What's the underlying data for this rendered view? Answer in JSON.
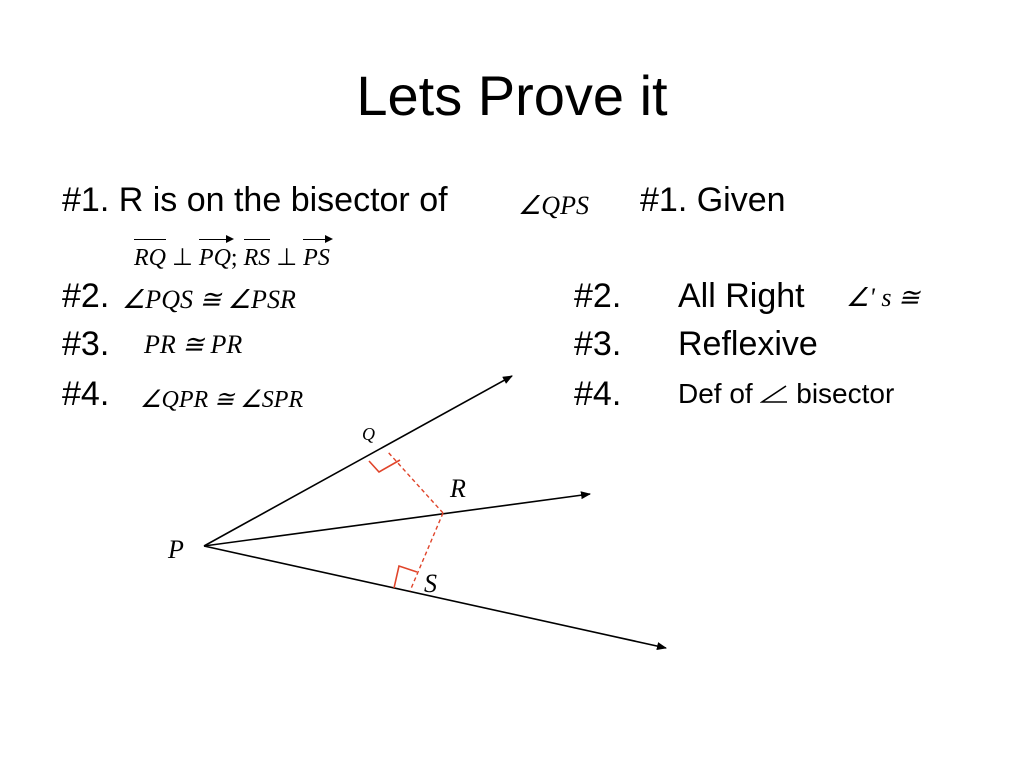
{
  "slide": {
    "title": "Lets Prove it",
    "statements": {
      "s1_num": "#1.",
      "s1_text": "R is on the bisector of",
      "s1_math": "∠QPS",
      "s1_sub": {
        "a": "RQ",
        "perp1": "⊥",
        "b": "PQ",
        "sep": ";",
        "c": "RS",
        "perp2": "⊥",
        "d": "PS"
      },
      "s2_num": "#2.",
      "s2_math": "∠PQS ≅ ∠PSR",
      "s3_num": "#3.",
      "s3_math": "PR ≅ PR",
      "s4_num": "#4.",
      "s4_math": "∠QPR ≅ ∠SPR"
    },
    "reasons": {
      "r1": "#1. Given",
      "r2_num": "#2.",
      "r2_text": "All Right",
      "r2_math": "∠' s ≅",
      "r3_num": "#3.",
      "r3_text": "Reflexive",
      "r4_num": "#4.",
      "r4_text_a": "Def of",
      "r4_text_b": "bisector"
    },
    "figure": {
      "label_p": "P",
      "label_q": "Q",
      "label_r": "R",
      "label_s": "S",
      "line_color": "#000000",
      "dash_color": "#e0442a",
      "right_angle_color": "#e0442a"
    }
  }
}
